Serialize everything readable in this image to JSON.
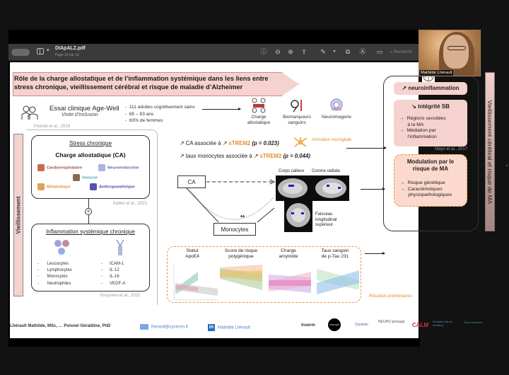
{
  "app": {
    "file_name": "DIApALZ.pdf",
    "page_indicator": "Page 10 sur 10",
    "search_placeholder": "Recherch",
    "toolbar_icons": [
      "info-icon",
      "zoom-out-icon",
      "zoom-in-icon",
      "share-icon",
      "markup-pen-icon",
      "chevron-down-icon",
      "rotate-icon",
      "annotate-icon",
      "form-fill-icon"
    ]
  },
  "webcam": {
    "participant_name": "Mathilde Lhérault"
  },
  "slide": {
    "title_line1": "Rôle de la charge allostatique et de l’inflammation systémique dans les liens entre",
    "title_line2": "stress chronique, vieillissement cérébral et risque de maladie d’Alzheimer",
    "trial": {
      "title": "Essai clinique Age-Well",
      "subtitle": "Visite d’inclusion",
      "citation_author": "Poisnel",
      "citation_etal": "et al.",
      "citation_year": ", 2018",
      "bullets": [
        "111 adultes cognitivement sains",
        "65 – 83 ans",
        "63% de femmes"
      ]
    },
    "measures": [
      {
        "icon": "network-icon",
        "label_l1": "Charge",
        "label_l2": "allostatique"
      },
      {
        "icon": "blood-test-icon",
        "label_l1": "Biomarqueurs",
        "label_l2": "sanguins"
      },
      {
        "icon": "mri-scanner-icon",
        "label_l1": "Neuroimagerie",
        "label_l2": ""
      }
    ],
    "left_bar_label": "Vieillissement",
    "stress_box": {
      "heading": "Stress chronique",
      "title": "Charge allostatique (CA)",
      "systems": [
        {
          "label": "Cardiorespiratoire",
          "color": "#a0484a"
        },
        {
          "label": "Neuroendocrine",
          "color": "#5864b0"
        },
        {
          "label": "Immune",
          "color": "#50b0a0"
        },
        {
          "label": "Métabolique",
          "color": "#e0903c"
        },
        {
          "label": "Anthropométrique",
          "color": "#5a40a0"
        }
      ],
      "citation": "Kallen et al., 2021"
    },
    "plus_symbol": "+",
    "inflammation_box": {
      "heading": "Inflammation systémique chronique",
      "cells": [
        "Leucocytes",
        "Lymphocytes",
        "Monocytes",
        "Neutrophiles"
      ],
      "markers": [
        "ICAM-1",
        "IL-12",
        "IL-16",
        "VEGF-A"
      ],
      "citation": "Kosyreva et al., 2022"
    },
    "findings": {
      "line1_prefix": "↗ CA associée à ↗ ",
      "line1_marker": "sTREM2",
      "line1_p": "(p = 0.023)",
      "line2_prefix": "↗ taux monocytes associée à ↗ ",
      "line2_marker": "sTREM2",
      "line2_p": "(p = 0.044)",
      "microglia_label": "Activation microgliale"
    },
    "mediation": {
      "ca_label": "CA",
      "monocytes_label": "Monocytes",
      "significance": "**",
      "regions": [
        "Corps calleux",
        "Corona radiata"
      ],
      "region3_l1": "Faisceau",
      "region3_l2": "longitudinal",
      "region3_l3": "supérieur"
    },
    "prelim_plots": [
      {
        "l1": "Statut",
        "l2": "ApoE4"
      },
      {
        "l1": "Score de risque",
        "l2": "polygénique"
      },
      {
        "l1": "Charge",
        "l2": "amyloïde"
      },
      {
        "l1": "Taux sanguin",
        "l2": "de p-Tau 231"
      }
    ],
    "prelim_label": "Résultats préliminaires",
    "outcomes": {
      "neuroinflammation": "↗ neuroinflammation",
      "sb_title": "↘ intégrité SB",
      "sb_items": [
        "Régions sensibles",
        "à la MA",
        "Médiation par",
        "l’inflammation"
      ],
      "citation": "Mayo et al., 2017",
      "modulation_l1": "Modulation par le",
      "modulation_l2": "risque de MA",
      "modulation_items": [
        "Risque génétique",
        "Caractéristiques",
        "physiopathologiques"
      ]
    },
    "right_bar_label": "Vieillissement cérébral et risque de MA",
    "footer": {
      "authors": "Lhérault Mathilde, MSc, … Poisnel Géraldine, PhD",
      "email": "lherault@cyceron.fr",
      "linkedin": "Mathilde Lhérault",
      "logos": [
        "Inserm",
        "UNICAEN",
        "Cyceron",
        "NEURO presage",
        "CALM",
        "Fondation Vaincre Alzheimer",
        "France Alzheimer"
      ]
    }
  }
}
